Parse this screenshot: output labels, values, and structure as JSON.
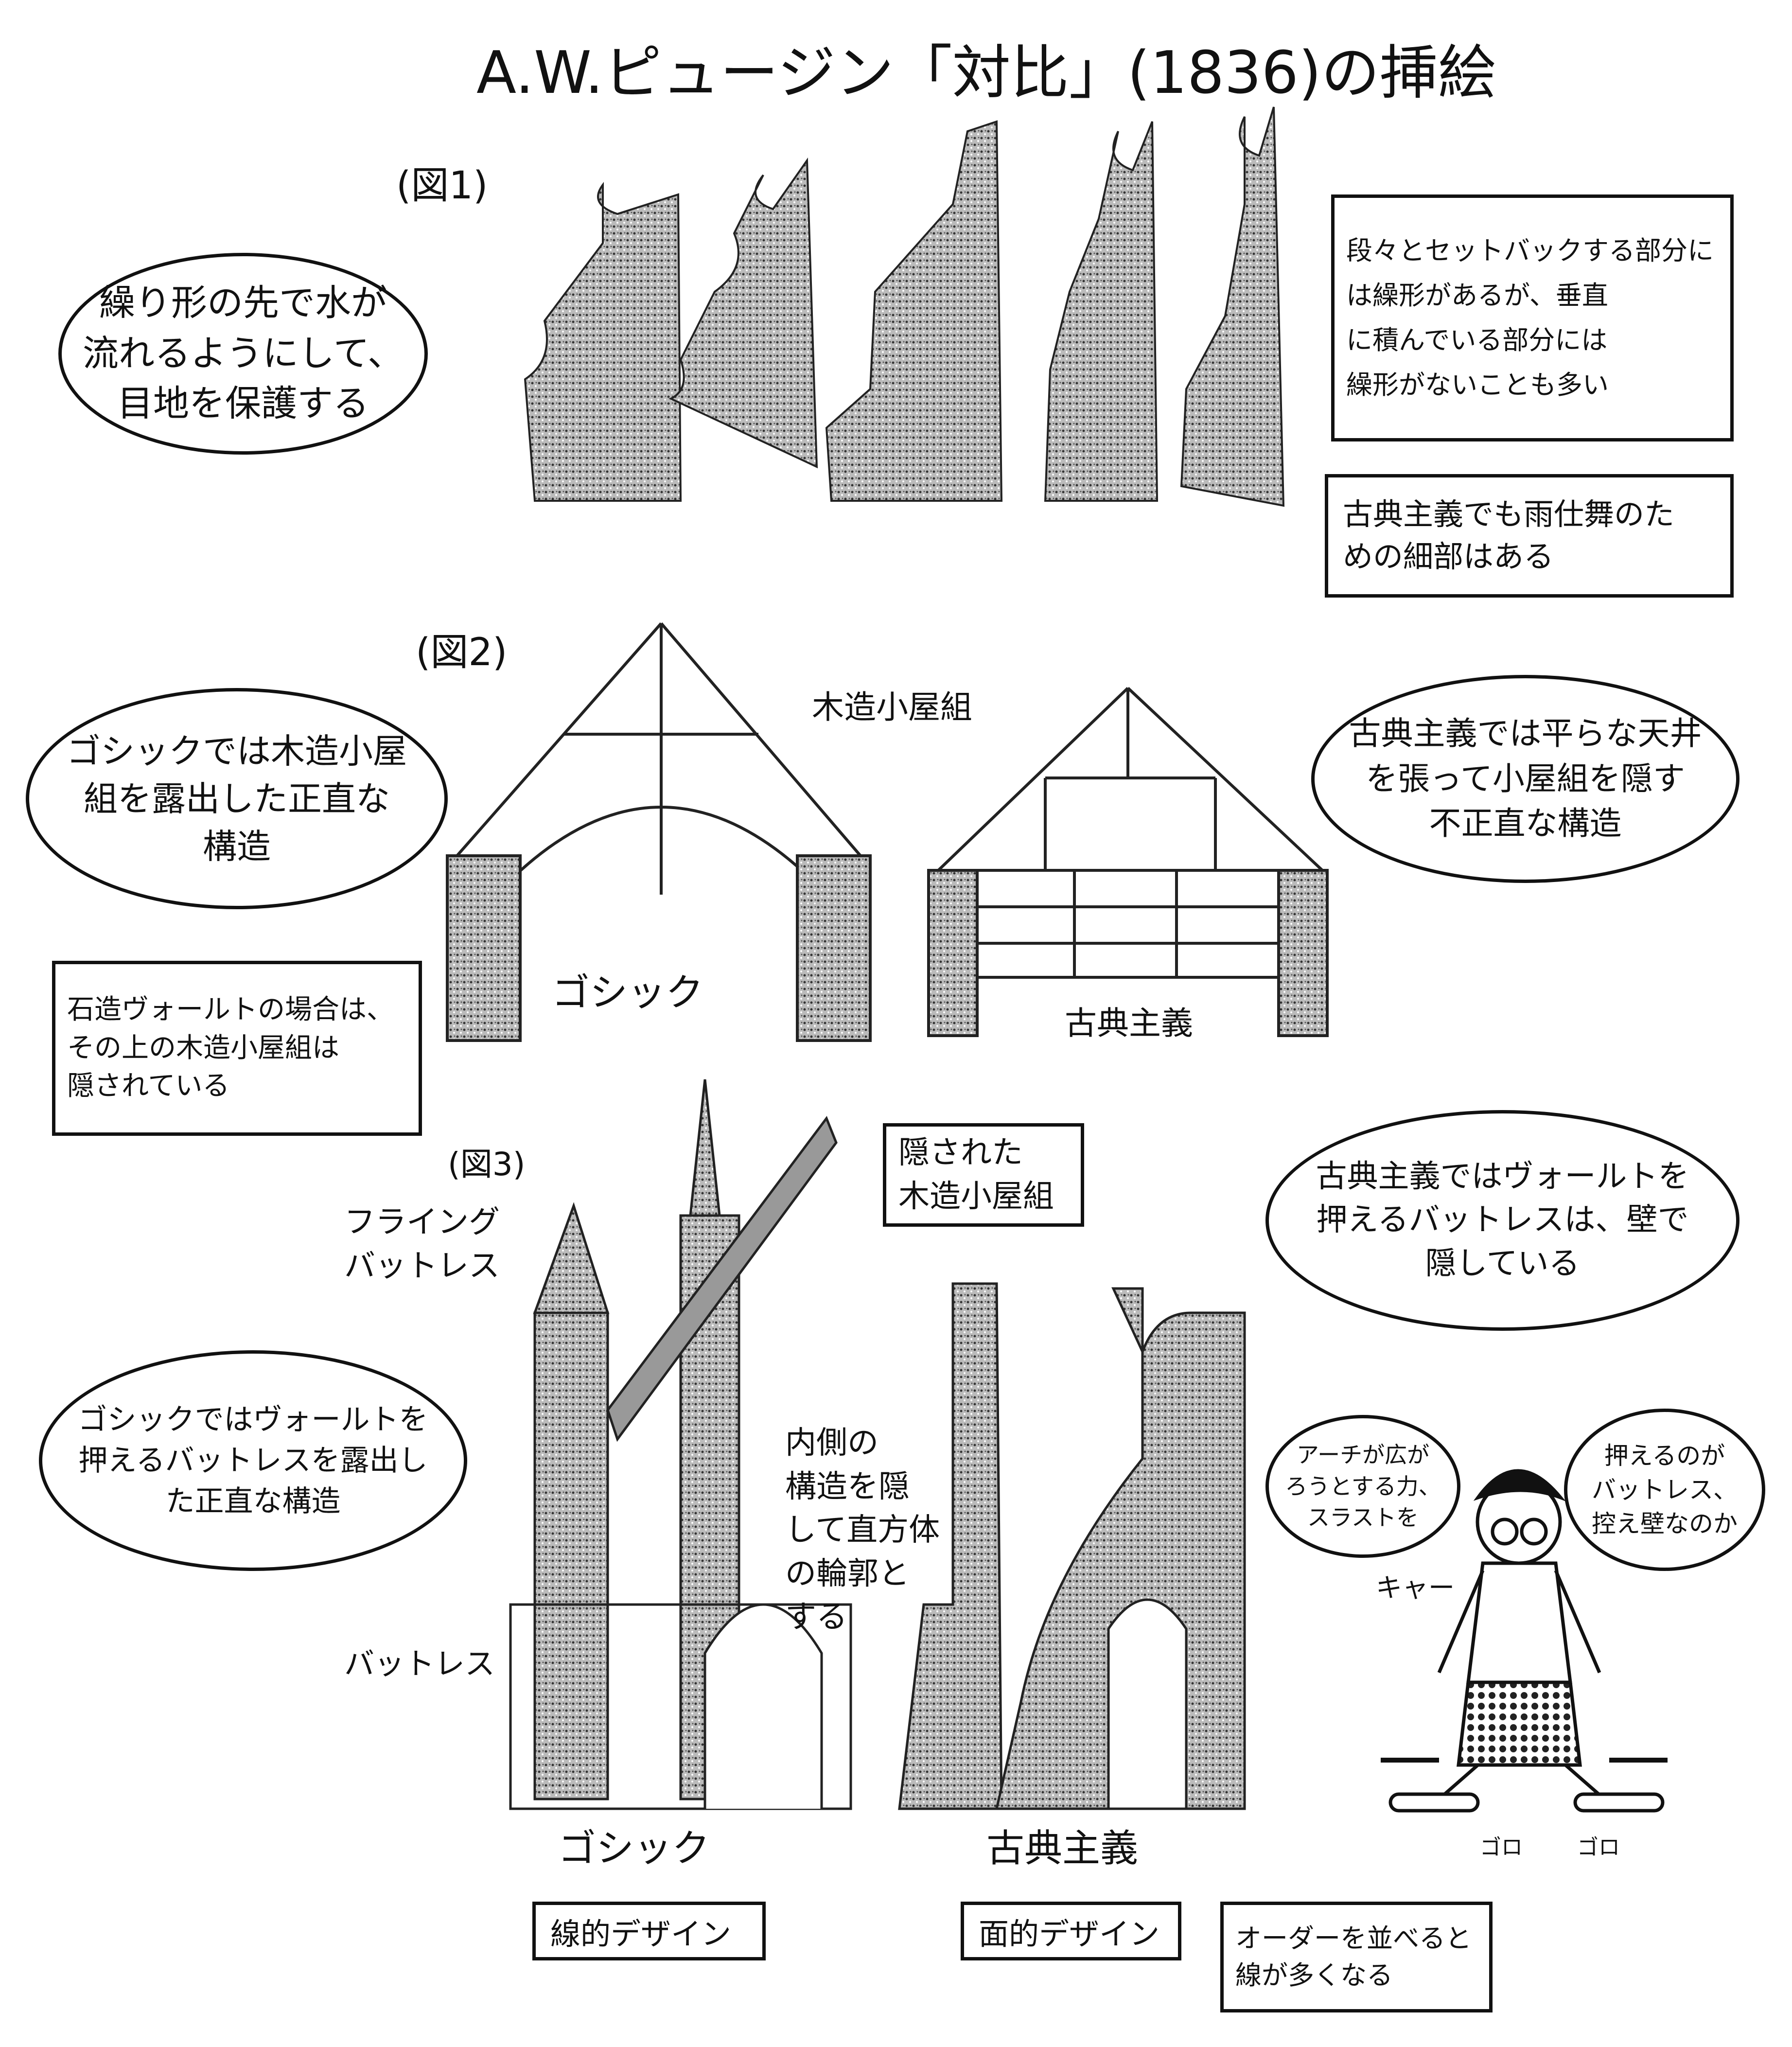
{
  "title": "A.W.ピュージン「対比」(1836)の挿絵",
  "fig1": {
    "label": "(図1)",
    "bubble": [
      "繰り形の先で水が",
      "流れるようにして、",
      "目地を保護する"
    ],
    "note1": [
      "段々とセットバックする部分に",
      "は繰形があるが、垂直",
      "に積んでいる部分には",
      "繰形がないことも多い"
    ],
    "note2": [
      "古典主義でも雨仕舞のた",
      "めの細部はある"
    ]
  },
  "fig2": {
    "label": "(図2)",
    "bubble_gothic": [
      "ゴシックでは木造小屋",
      "組を露出した正直な",
      "構造"
    ],
    "roof_label": "木造小屋組",
    "bubble_classic": [
      "古典主義では平らな天井",
      "を張って小屋組を隠す",
      "不正直な構造"
    ],
    "caption_gothic": "ゴシック",
    "caption_classic": "古典主義",
    "note_vault": [
      "石造ヴォールトの場合は、",
      "その上の木造小屋組は",
      "隠されている"
    ]
  },
  "fig3": {
    "label": "(図3)",
    "flying_buttress": [
      "フライング",
      "バットレス"
    ],
    "hidden_roof": [
      "隠された",
      "木造小屋組"
    ],
    "bubble_classic": [
      "古典主義ではヴォールトを",
      "押えるバットレスは、壁で",
      "隠している"
    ],
    "bubble_gothic": [
      "ゴシックではヴォールトを",
      "押えるバットレスを露出し",
      "た正直な構造"
    ],
    "inner_note": [
      "内側の",
      "構造を隠",
      "して直方体",
      "の輪郭と",
      "する"
    ],
    "buttress": "バットレス",
    "caption_gothic": "ゴシック",
    "caption_classic": "古典主義",
    "linear_design": "線的デザイン",
    "planar_design": "面的デザイン",
    "order_note": [
      "オーダーを並べると",
      "線が多くなる"
    ]
  },
  "character": {
    "bubble_left": [
      "アーチが広が",
      "ろうとする力、",
      "スラストを"
    ],
    "bubble_right": [
      "押えるのが",
      "バットレス、",
      "控え壁なのか"
    ],
    "scream": "キャー",
    "sound1": "ゴロ",
    "sound2": "ゴロ"
  }
}
